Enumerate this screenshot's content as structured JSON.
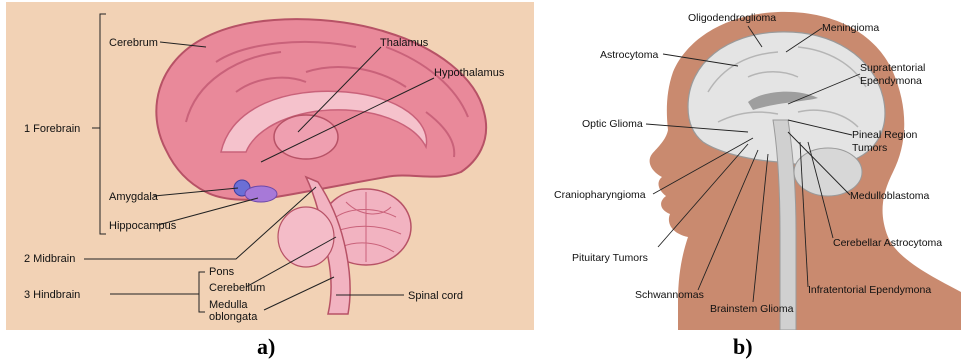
{
  "panel_a": {
    "caption": "a)",
    "labels": {
      "cerebrum": "Cerebrum",
      "thalamus": "Thalamus",
      "hypothalamus": "Hypothalamus",
      "forebrain": "1 Forebrain",
      "amygdala": "Amygdala",
      "hippocampus": "Hippocampus",
      "midbrain": "2 Midbrain",
      "pons": "Pons",
      "hindbrain": "3 Hindbrain",
      "cerebellum": "Cerebellum",
      "medulla_line1": "Medulla",
      "medulla_line2": "oblongata",
      "spinal_cord": "Spinal cord"
    }
  },
  "panel_b": {
    "caption": "b)",
    "labels": {
      "oligodendroglioma": "Oligodendroglioma",
      "meningioma": "Meningioma",
      "astrocytoma": "Astrocytoma",
      "supratentorial_line1": "Supratentorial",
      "supratentorial_line2": "Ependymona",
      "optic_glioma": "Optic Glioma",
      "pineal_line1": "Pineal Region",
      "pineal_line2": "Tumors",
      "craniopharyngioma": "Craniopharyngioma",
      "medulloblastoma": "Medulloblastoma",
      "cerebellar_astrocytoma": "Cerebellar Astrocytoma",
      "pituitary_tumors": "Pituitary Tumors",
      "infratentorial_ependymona": "Infratentorial Ependymona",
      "schwannomas": "Schwannomas",
      "brainstem_glioma": "Brainstem Glioma"
    }
  }
}
